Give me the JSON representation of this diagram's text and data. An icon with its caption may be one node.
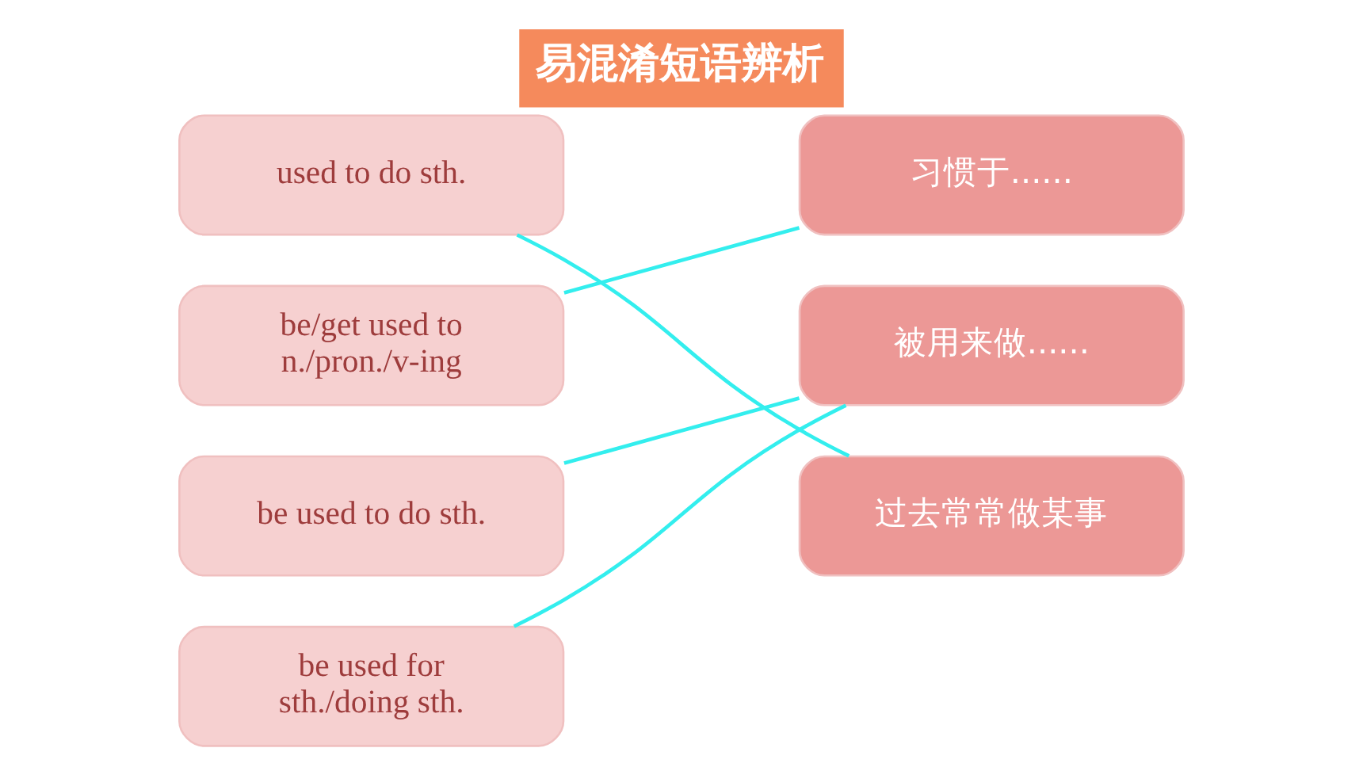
{
  "diagram": {
    "title": "易混淆短语辨析",
    "nodes": [
      {
        "text": [
          "used to do sth."
        ]
      },
      {
        "text": [
          "be/get used to n./pron./v-ing"
        ]
      },
      {
        "text": [
          "be used to do sth."
        ]
      },
      {
        "text": [
          "be used for sth./doing sth."
        ]
      },
      {
        "text": [
          "习惯于......"
        ]
      },
      {
        "text": [
          "被用来做......"
        ]
      },
      {
        "text": [
          "过去常常做某事"
        ]
      }
    ],
    "edges": [
      {
        "from": 0,
        "to": 6,
        "arrow": "none"
      },
      {
        "from": 1,
        "to": 4,
        "arrow": "none"
      },
      {
        "from": 2,
        "to": 5,
        "arrow": "none"
      },
      {
        "from": 3,
        "to": 5,
        "arrow": "none"
      }
    ]
  }
}
